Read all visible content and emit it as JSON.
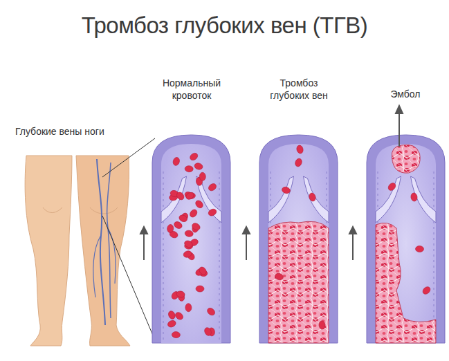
{
  "diagram": {
    "title": "Тромбоз глубоких вен (ТГВ)",
    "labels": [
      "Глубокие вены ноги",
      "Нормальный кровоток",
      "Тромбоз глубоких вен",
      "Эмбол"
    ]
  }
}
